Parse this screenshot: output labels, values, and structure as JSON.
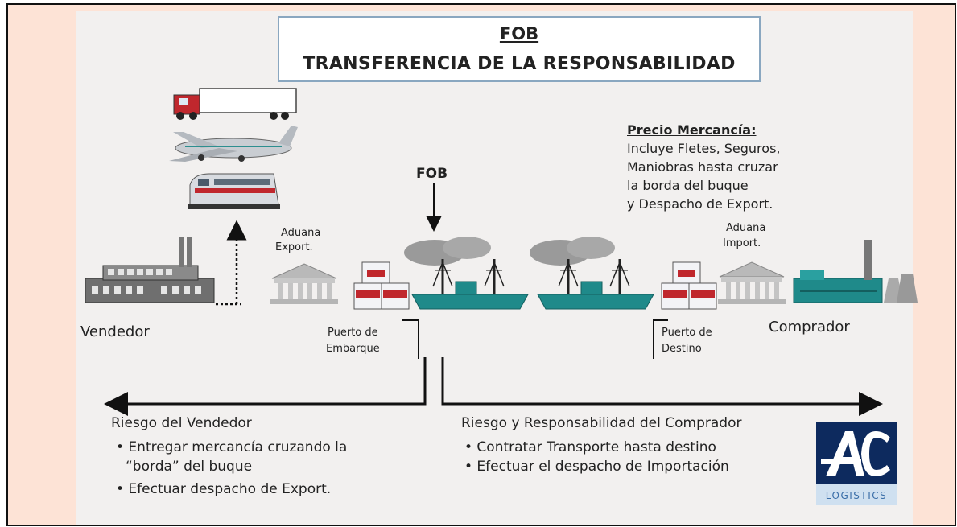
{
  "title": {
    "top": "FOB",
    "main": "TRANSFERENCIA DE LA RESPONSABILIDAD"
  },
  "fob_marker": "FOB",
  "price": {
    "heading": "Precio Mercancía:",
    "lines": [
      "Incluye Fletes, Seguros,",
      "Maniobras hasta cruzar",
      "la borda del buque",
      "y Despacho de Export."
    ]
  },
  "customs_export": [
    "Aduana",
    "Export."
  ],
  "customs_import": [
    "Aduana",
    "Import."
  ],
  "seller": "Vendedor",
  "buyer": "Comprador",
  "port_departure": [
    "Puerto de",
    "Embarque"
  ],
  "port_destination": [
    "Puerto de",
    "Destino"
  ],
  "seller_risk": {
    "heading": "Riesgo del Vendedor",
    "bullets": [
      "• Entregar mercancía cruzando la",
      "“borda” del buque",
      "• Efectuar despacho de Export."
    ]
  },
  "buyer_risk": {
    "heading": "Riesgo y Responsabilidad del Comprador",
    "bullets": [
      "• Contratar Transporte hasta destino",
      "• Efectuar el despacho de Importación"
    ]
  },
  "logo": {
    "mark": "AC",
    "text": "LOGISTICS"
  },
  "colors": {
    "background": "#fde3d6",
    "panel": "#f2f0ef",
    "title_border": "#8aa7c0",
    "ship": "#1f8a8a",
    "logo": "#0d2a5e"
  }
}
